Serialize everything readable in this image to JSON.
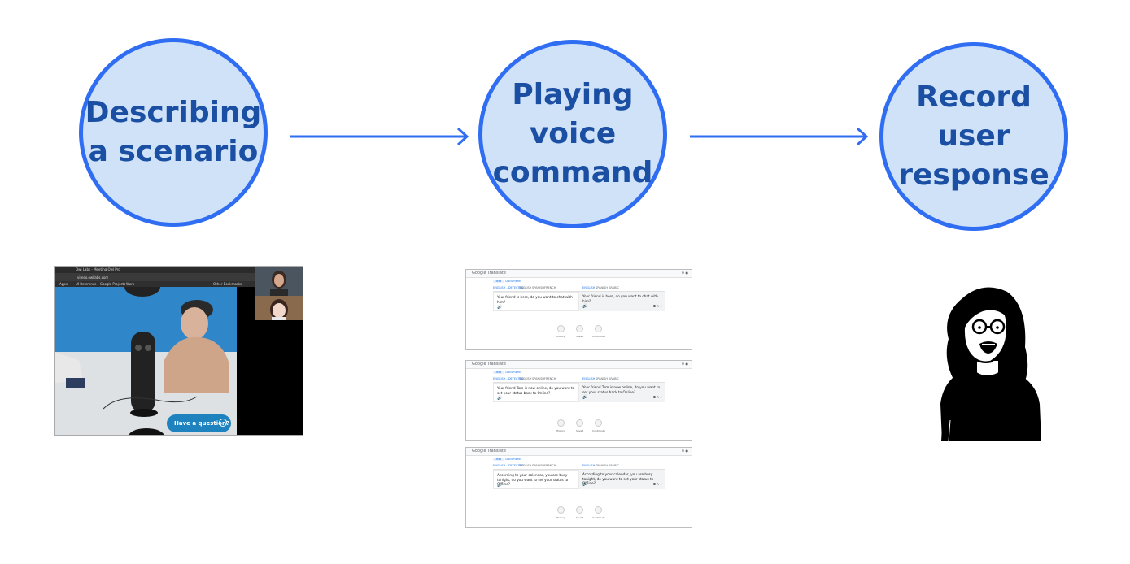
{
  "steps": [
    {
      "label_lines": [
        "Describing",
        "a scenario"
      ]
    },
    {
      "label_lines": [
        "Playing",
        "voice",
        "command"
      ]
    },
    {
      "label_lines": [
        "Record",
        "user",
        "response"
      ]
    }
  ],
  "colors": {
    "circle_fill": "#cfe2f7",
    "circle_border": "#2f6df2",
    "label": "#1b4fa3",
    "arrow": "#2f6df2"
  },
  "video_call": {
    "tab_title": "Owl Labs - Meeting Owl Pro",
    "url": "vimeo.owllabs.com",
    "bookmarks": [
      "Apps",
      "UI Reference",
      "Google Projects",
      "Work",
      "Other Bookmarks"
    ],
    "question_button": "Have a question?"
  },
  "translate_screens": [
    {
      "app": "Google Translate",
      "source_text": "Your friend is here, do you want to chat with him?",
      "translated_text": "Your friend is here, do you want to chat with him?",
      "tabs_src": [
        "ENGLISH - DETECTED",
        "ENGLISH",
        "SPANISH",
        "FRENCH"
      ],
      "tabs_dst": [
        "ENGLISH",
        "SPANISH",
        "ARABIC"
      ],
      "actions": [
        "History",
        "Saved",
        "Contribute"
      ]
    },
    {
      "app": "Google Translate",
      "source_text": "Your friend Tom is now online, do you want to set your status back to Online?",
      "translated_text": "Your friend Tom is now online, do you want to set your status back to Online?",
      "tabs_src": [
        "ENGLISH - DETECTED",
        "ENGLISH",
        "SPANISH",
        "FRENCH"
      ],
      "tabs_dst": [
        "ENGLISH",
        "SPANISH",
        "ARABIC"
      ],
      "actions": [
        "History",
        "Saved",
        "Contribute"
      ]
    },
    {
      "app": "Google Translate",
      "source_text": "According to your calendar, you are busy tonight, do you want to set your status to Offline?",
      "translated_text": "According to your calendar, you are busy tonight, do you want to set your status to Offline?",
      "tabs_src": [
        "ENGLISH - DETECTED",
        "ENGLISH",
        "SPANISH",
        "FRENCH"
      ],
      "tabs_dst": [
        "ENGLISH",
        "SPANISH",
        "ARABIC"
      ],
      "actions": [
        "History",
        "Saved",
        "Contribute"
      ]
    }
  ]
}
